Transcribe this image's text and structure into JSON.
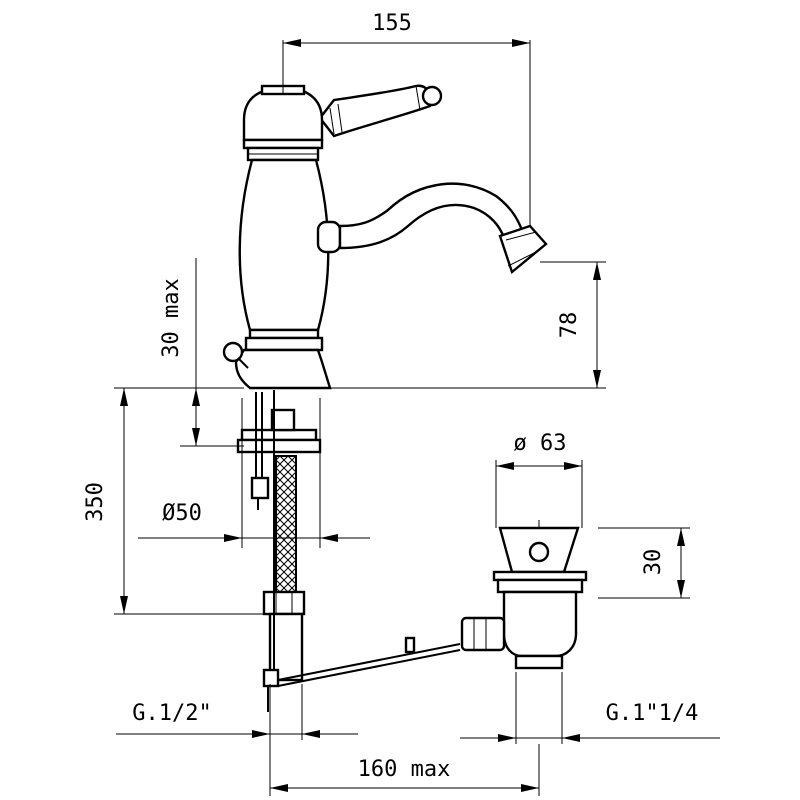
{
  "dimensions": {
    "width_top": "155",
    "spout_height": "78",
    "max_thickness": "30 max",
    "hole_diameter": "Ø50",
    "total_height": "350",
    "drain_diameter": "ø 63",
    "drain_height": "30",
    "inlet_thread": "G.1/2\"",
    "drain_thread": "G.1\"1/4",
    "rod_length": "160 max"
  }
}
